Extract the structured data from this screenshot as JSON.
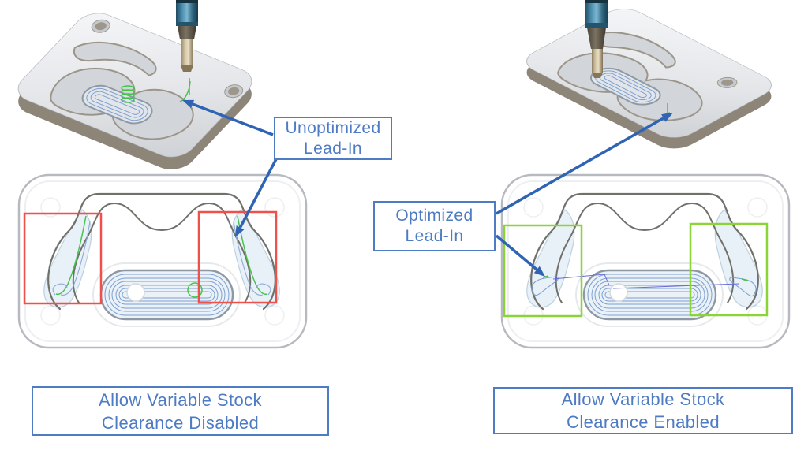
{
  "annotations": {
    "unoptimized": {
      "lines": [
        "Unoptimized",
        "Lead-In"
      ]
    },
    "optimized": {
      "lines": [
        "Optimized",
        "Lead-In"
      ]
    }
  },
  "captions": {
    "left": {
      "lines": [
        "Allow Variable Stock",
        "Clearance Disabled"
      ]
    },
    "right": {
      "lines": [
        "Allow Variable Stock",
        "Clearance Enabled"
      ]
    }
  },
  "colors": {
    "label_blue": "#4d7bc4",
    "arrow_blue": "#2f63b4",
    "highlight_red": "#f0504a",
    "highlight_green": "#8bd438",
    "leadin_green": "#46c34c",
    "toolpath_blue": "#7d9fd0",
    "link_blue": "#666bd8"
  }
}
